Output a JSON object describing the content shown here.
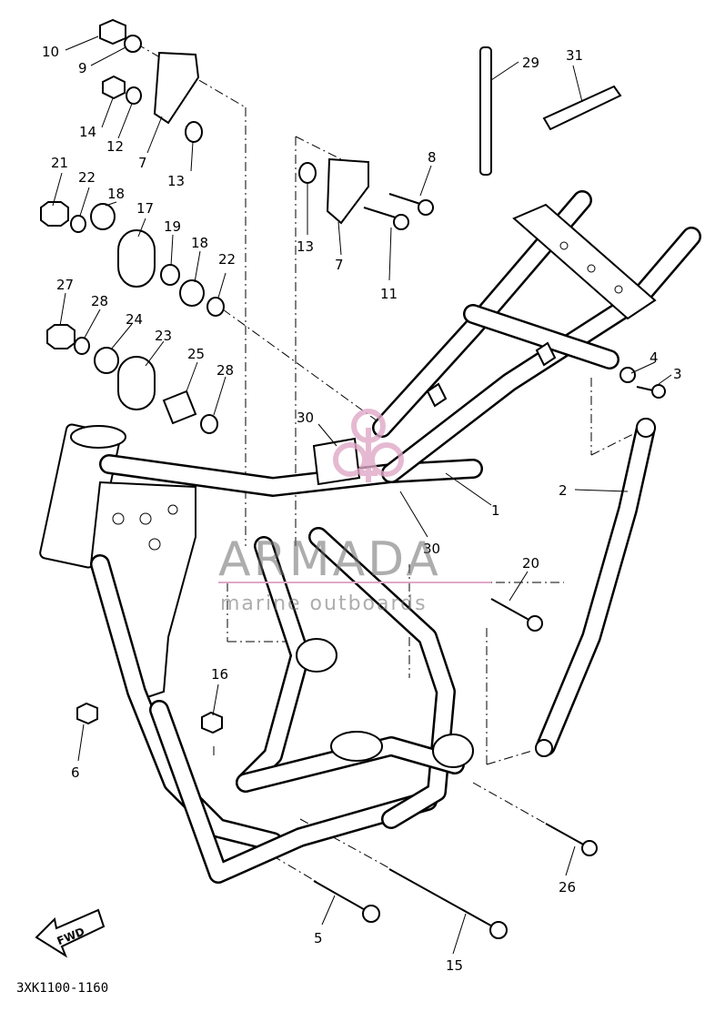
{
  "diagram": {
    "part_labels": [
      "10",
      "9",
      "14",
      "12",
      "7",
      "13",
      "21",
      "22",
      "18",
      "17",
      "19",
      "18",
      "22",
      "27",
      "28",
      "24",
      "23",
      "25",
      "28",
      "8",
      "13",
      "7",
      "11",
      "29",
      "31",
      "30",
      "30",
      "1",
      "4",
      "3",
      "2",
      "20",
      "16",
      "6",
      "26",
      "5",
      "15"
    ],
    "drawing_code": "3XK1100-1160",
    "fwd_label": "FWD"
  },
  "watermark": {
    "brand": "ARMADA",
    "tagline": "marine outboards",
    "color": "#e0a8c8"
  }
}
